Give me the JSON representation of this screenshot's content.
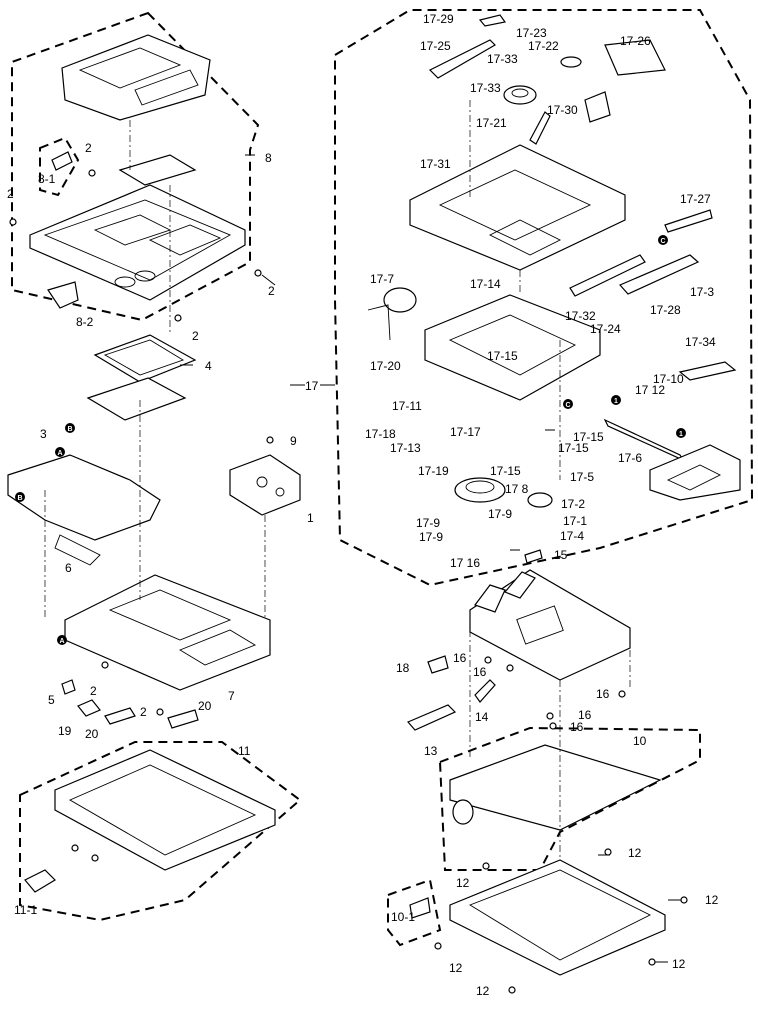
{
  "labels": {
    "l1": "1",
    "l2a": "2",
    "l2b": "2",
    "l2c": "2",
    "l2d": "2",
    "l2e": "2",
    "l2f": "2",
    "l3": "3",
    "l4": "4",
    "l5": "5",
    "l6": "6",
    "l7": "7",
    "l8": "8",
    "l8_1": "8-1",
    "l8_2": "8-2",
    "l9": "9",
    "l10": "10",
    "l10_1": "10-1",
    "l11": "11",
    "l11_1": "11-1",
    "l12a": "12",
    "l12b": "12",
    "l12c": "12",
    "l12d": "12",
    "l12e": "12",
    "l12f": "12",
    "l13": "13",
    "l14": "14",
    "l15": "15",
    "l16a": "16",
    "l16b": "16",
    "l16c": "16",
    "l16d": "16",
    "l16e": "16",
    "l17": "17",
    "l18": "18",
    "l19": "19",
    "l20a": "20",
    "l20b": "20",
    "l17_1": "17-1",
    "l17_2": "17-2",
    "l17_3": "17-3",
    "l17_4": "17-4",
    "l17_5": "17-5",
    "l17_6": "17-6",
    "l17_7": "17-7",
    "l17_8": "17 8",
    "l17_9a": "17-9",
    "l17_9b": "17-9",
    "l17_9c": "17-9",
    "l17_10": "17-10",
    "l17_11": "17-11",
    "l17_12": "17 12",
    "l17_13": "17-13",
    "l17_14": "17-14",
    "l17_15a": "17-15",
    "l17_15b": "17-15",
    "l17_15c": "17-15",
    "l17_15d": "17-15",
    "l17_16": "17 16",
    "l17_17": "17-17",
    "l17_18": "17-18",
    "l17_19": "17-19",
    "l17_20": "17-20",
    "l17_21": "17-21",
    "l17_22": "17-22",
    "l17_23": "17-23",
    "l17_24": "17-24",
    "l17_25": "17-25",
    "l17_26": "17-26",
    "l17_27": "17-27",
    "l17_28": "17-28",
    "l17_29": "17-29",
    "l17_30": "17-30",
    "l17_31": "17-31",
    "l17_32": "17-32",
    "l17_33a": "17-33",
    "l17_33b": "17-33",
    "l17_34": "17-34"
  },
  "callouts": {
    "cA1": "A",
    "cA2": "A",
    "cB1": "B",
    "cB2": "B",
    "cC1": "C",
    "cC2": "C",
    "c1a": "1",
    "c1b": "1"
  }
}
